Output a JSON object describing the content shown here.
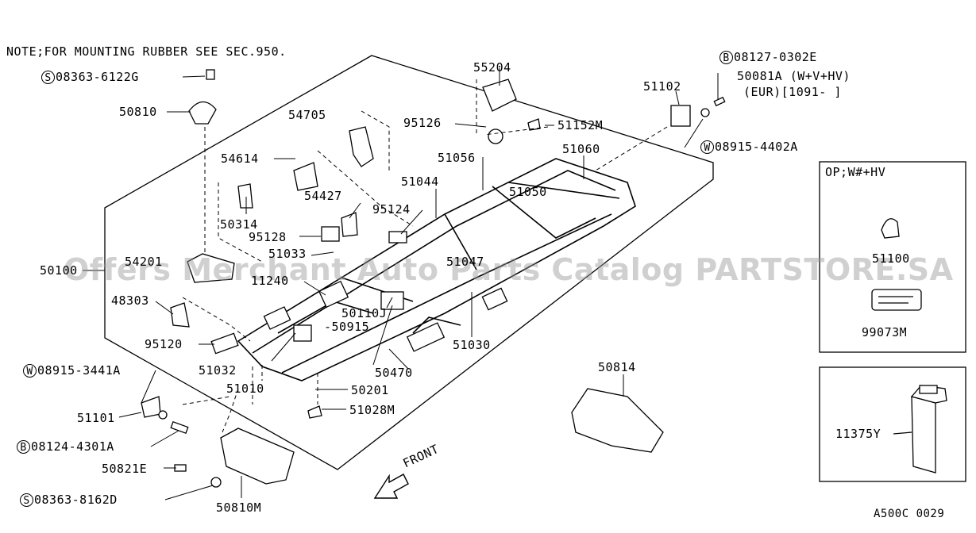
{
  "note": "NOTE;FOR MOUNTING RUBBER SEE SEC.950.",
  "watermark": "Offers Merchant Auto Parts Catalog PARTSTORE.SA",
  "diagram_code": "A500C 0029",
  "front_label": "FRONT",
  "options_box": {
    "title": "OP;W#+HV",
    "part_a": "51100",
    "part_b": "99073M"
  },
  "box2": {
    "part": "11375Y"
  },
  "parts": {
    "p_08363_6122g": {
      "prefix": "S",
      "code": "08363-6122G"
    },
    "p_50810": "50810",
    "p_54705": "54705",
    "p_55204": "55204",
    "p_95126": "95126",
    "p_51152m": "51152M",
    "p_51102": "51102",
    "p_08127": {
      "prefix": "B",
      "code": "08127-0302E"
    },
    "p_50081a": "50081A (W+V+HV)",
    "p_eur": "(EUR)[1091- ]",
    "p_08915_4402a": {
      "prefix": "W",
      "code": "08915-4402A"
    },
    "p_51060": "51060",
    "p_51056": "51056",
    "p_54614": "54614",
    "p_51044": "51044",
    "p_51050": "51050",
    "p_54427": "54427",
    "p_95124": "95124",
    "p_50314": "50314",
    "p_95128": "95128",
    "p_51033": "51033",
    "p_54201": "54201",
    "p_50100": "50100",
    "p_11240": "11240",
    "p_51047": "51047",
    "p_48303": "48303",
    "p_50110j": "50110J",
    "p_50915": "-50915",
    "p_95120": "95120",
    "p_51030": "51030",
    "p_08915_3441a": {
      "prefix": "W",
      "code": "08915-3441A"
    },
    "p_51032": "51032",
    "p_50470": "50470",
    "p_51010": "51010",
    "p_50201": "50201",
    "p_50814": "50814",
    "p_51101": "51101",
    "p_51028m": "51028M",
    "p_08124": {
      "prefix": "B",
      "code": "08124-4301A"
    },
    "p_50821e": "50821E",
    "p_08363_8162d": {
      "prefix": "S",
      "code": "08363-8162D"
    },
    "p_50810m": "50810M"
  }
}
